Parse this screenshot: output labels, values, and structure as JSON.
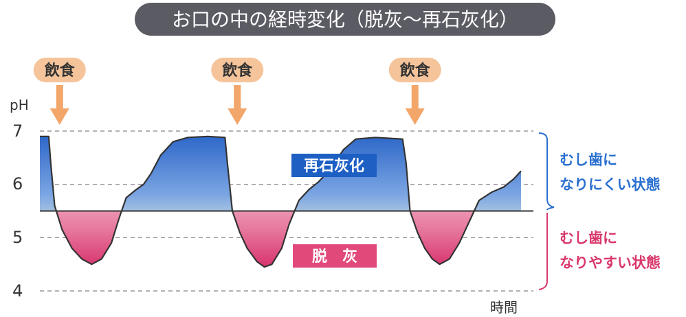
{
  "title": "お口の中の経時変化（脱灰〜再石灰化）",
  "colors": {
    "title_bg": "#5b5b63",
    "meal_bg": "#f6c49a",
    "meal_arrow": "#f3a66a",
    "remin": "#1e5fc4",
    "demin": "#e1497a",
    "good_state": "#2a6fd0",
    "bad_state": "#d9386b",
    "curve": "#333333"
  },
  "meals": [
    {
      "label": "飲食",
      "x": 0.15
    },
    {
      "label": "飲食",
      "x": 3.75
    },
    {
      "label": "飲食",
      "x": 7.35
    }
  ],
  "chart_data": {
    "type": "line",
    "title": "お口の中の経時変化（脱灰〜再石灰化）",
    "ylabel": "pH",
    "xlabel": "時間",
    "ylim": [
      4,
      7
    ],
    "xlim": [
      0,
      10
    ],
    "yticks": [
      "7",
      "6",
      "5",
      "4"
    ],
    "critical_ph": 5.5,
    "grid": "dashed horizontal lines at pH 4, 5, 6, 7",
    "series": [
      {
        "points": [
          [
            0.0,
            6.9
          ],
          [
            0.18,
            6.9
          ],
          [
            0.22,
            6.4
          ],
          [
            0.3,
            5.6
          ],
          [
            0.45,
            5.15
          ],
          [
            0.65,
            4.8
          ],
          [
            0.85,
            4.6
          ],
          [
            1.05,
            4.5
          ],
          [
            1.25,
            4.6
          ],
          [
            1.45,
            4.9
          ],
          [
            1.6,
            5.35
          ],
          [
            1.75,
            5.75
          ],
          [
            1.95,
            5.9
          ],
          [
            2.1,
            6.0
          ],
          [
            2.25,
            6.2
          ],
          [
            2.45,
            6.55
          ],
          [
            2.7,
            6.8
          ],
          [
            3.0,
            6.88
          ],
          [
            3.4,
            6.9
          ],
          [
            3.75,
            6.88
          ],
          [
            3.8,
            6.4
          ],
          [
            3.9,
            5.5
          ],
          [
            4.05,
            5.1
          ],
          [
            4.2,
            4.8
          ],
          [
            4.4,
            4.55
          ],
          [
            4.55,
            4.45
          ],
          [
            4.7,
            4.5
          ],
          [
            4.9,
            4.8
          ],
          [
            5.05,
            5.25
          ],
          [
            5.25,
            5.7
          ],
          [
            5.45,
            5.9
          ],
          [
            5.65,
            6.05
          ],
          [
            5.9,
            6.3
          ],
          [
            6.15,
            6.65
          ],
          [
            6.4,
            6.85
          ],
          [
            6.8,
            6.88
          ],
          [
            7.35,
            6.85
          ],
          [
            7.42,
            6.4
          ],
          [
            7.5,
            5.5
          ],
          [
            7.65,
            5.1
          ],
          [
            7.8,
            4.8
          ],
          [
            7.95,
            4.6
          ],
          [
            8.1,
            4.5
          ],
          [
            8.3,
            4.6
          ],
          [
            8.5,
            4.9
          ],
          [
            8.7,
            5.3
          ],
          [
            8.9,
            5.7
          ],
          [
            9.15,
            5.85
          ],
          [
            9.4,
            5.95
          ],
          [
            9.6,
            6.1
          ],
          [
            9.75,
            6.25
          ]
        ]
      }
    ],
    "annotations": [
      {
        "text": "再石灰化",
        "position": "above critical line"
      },
      {
        "text": "脱　灰",
        "position": "below critical line"
      }
    ]
  },
  "labels": {
    "remin": "再石灰化",
    "demin": "脱　灰"
  },
  "states": {
    "good_line1": "むし歯に",
    "good_line2": "なりにくい状態",
    "bad_line1": "むし歯に",
    "bad_line2": "なりやすい状態"
  }
}
